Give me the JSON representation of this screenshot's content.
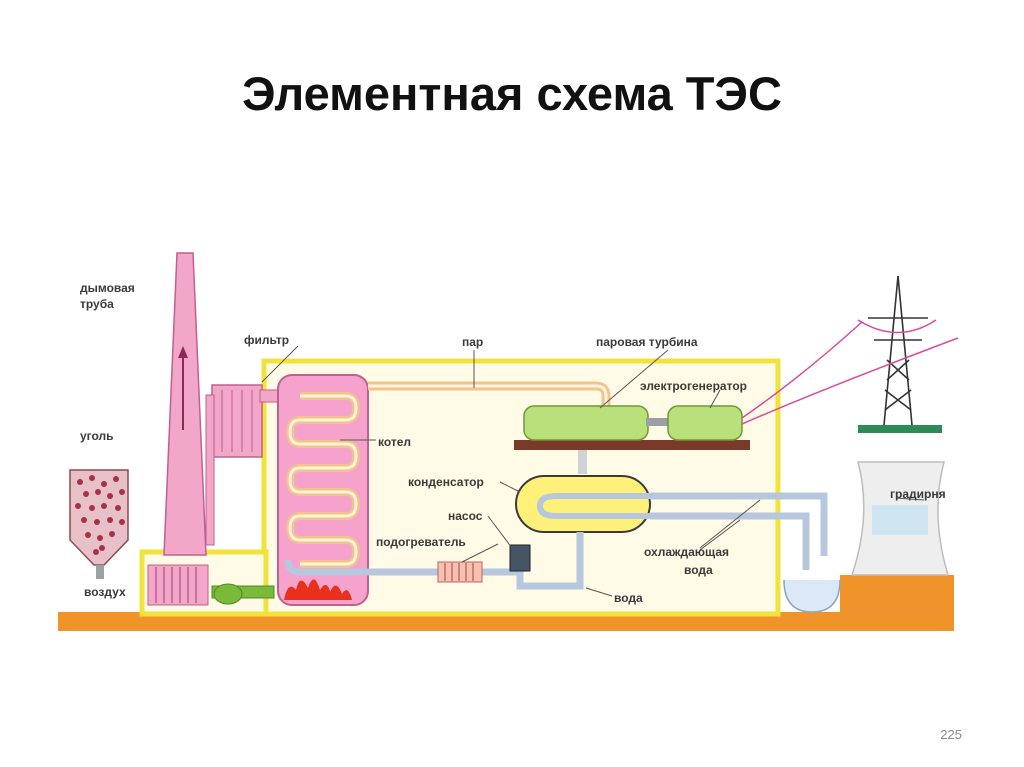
{
  "slide": {
    "title": "Элементная схема ТЭС",
    "page_number": "225"
  },
  "labels": {
    "chimney": [
      "дымовая",
      "труба"
    ],
    "filter": "фильтр",
    "steam": "пар",
    "steam_turbine": "паровая турбина",
    "generator": "электрогенератор",
    "coal": "уголь",
    "boiler": "котел",
    "condenser": "конденсатор",
    "pump": "насос",
    "heater": "подогреватель",
    "cooling_water": [
      "охлаждающая",
      "вода"
    ],
    "water": "вода",
    "air": "воздух",
    "cooling_tower": "градирня"
  },
  "colors": {
    "ground": "#f0932b",
    "building_outline": "#f2e33c",
    "chimney": "#f2a6c8",
    "boiler": "#f5a3cc",
    "turbine": "#b9e07a",
    "platform": "#7a3a2a",
    "condenser": "#fff07a",
    "pipe": "#b7c7dd",
    "steam_pipe": "#f2c48a",
    "flame": "#e8301c",
    "power_line": "#d94ba0"
  }
}
